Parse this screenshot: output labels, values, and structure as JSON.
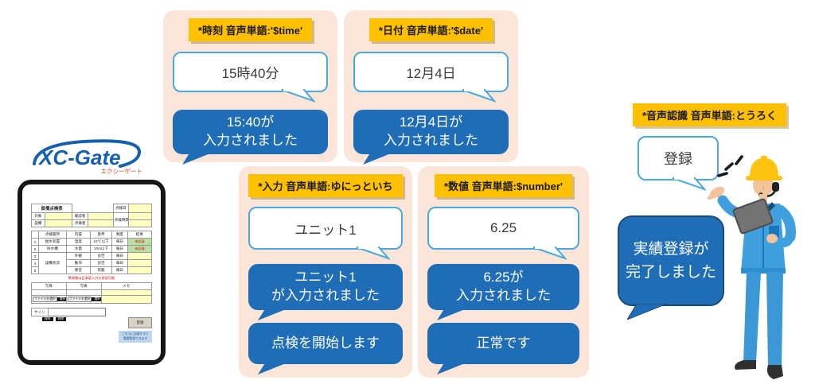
{
  "colors": {
    "panel_bg": "#fbe5d8",
    "label_bg": "#ffc000",
    "bubble_blue": "#1f6db6",
    "bubble_white_border": "#4aa9dc",
    "logo_blue": "#1560ad",
    "logo_red": "#e8380d",
    "worker_uniform": "#3fa0dd",
    "hardhat_yellow": "#fdc110",
    "form_input_yellow": "#ffffc2",
    "form_result_green": "#b7e0a2",
    "form_alert_red": "#e00000"
  },
  "logo": {
    "name": "XC-Gate",
    "reading": "エクシーゲート"
  },
  "panels": [
    {
      "label": "*時刻 音声単語:'$time'",
      "spoken": "15時40分",
      "responses": [
        "15:40が\n入力されました"
      ]
    },
    {
      "label": "*日付 音声単語:'$date'",
      "spoken": "12月4日",
      "responses": [
        "12月4日が\n入力されました"
      ]
    },
    {
      "label": "*入力 音声単語:ゆにっといち",
      "spoken": "ユニット1",
      "responses": [
        "ユニット1\nが入力されました",
        "点検を開始します"
      ]
    },
    {
      "label": "*数値 音声単語:$number'",
      "spoken": "6.25",
      "responses": [
        "6.25が\n入力されました",
        "正常です"
      ]
    }
  ],
  "recognition": {
    "label": "*音声認識 音声単語:とうろく",
    "spoken": "登録",
    "response": "実績登録が\n完了しました"
  },
  "form": {
    "title": "設備点検表",
    "fields": {
      "target": "対象",
      "equipment": "設備",
      "checker": "確認者",
      "inspector": "点検者",
      "date": "点検日",
      "time": "点検時間"
    },
    "table": {
      "headers": [
        "",
        "点検箇所",
        "内容",
        "基準",
        "頻度",
        "結果"
      ],
      "rows": [
        [
          "1",
          "給水装置",
          "温度",
          "10℃以下",
          "毎日",
          "未記録"
        ],
        [
          "2",
          "貯水槽",
          "水量",
          "10m以下",
          "毎日",
          "未記録"
        ],
        [
          "3",
          "設備状況",
          "外観",
          "良否",
          "毎日",
          ""
        ],
        [
          "4",
          "",
          "動作",
          "良否",
          "毎日",
          ""
        ],
        [
          "5",
          "",
          "異音",
          "有無",
          "毎日",
          ""
        ]
      ]
    },
    "red_note": "異常値は日本語入力も併用可能",
    "photo_headers": [
      "写真",
      "写真",
      "メモ"
    ],
    "file_button": "ファイルを選択",
    "select_button": "選択",
    "sign_label": "サイン",
    "save_button": "保存",
    "delete_button": "削除",
    "register_button": "登録",
    "blue_note": "こちらに記録すると\n実績登録できます"
  }
}
